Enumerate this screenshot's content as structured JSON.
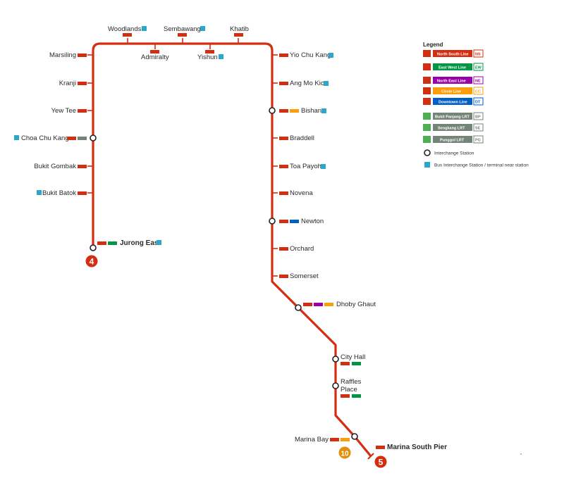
{
  "colors": {
    "ns": "#d42e12",
    "ew": "#009645",
    "ne": "#9900aa",
    "cc": "#fa9e0d",
    "dt": "#005ec4",
    "lrt": "#748477",
    "bus": "#2aa7c9"
  },
  "stations": {
    "woodlands": "Woodlands",
    "sembawang": "Sembawang",
    "khatib": "Khatib",
    "admiralty": "Admiralty",
    "yishun": "Yishun",
    "marsiling": "Marsiling",
    "kranji": "Kranji",
    "yew_tee": "Yew Tee",
    "choa_chu_kang": "Choa Chu Kang",
    "bukit_gombak": "Bukit Gombak",
    "bukit_batok": "Bukit Batok",
    "jurong_east": "Jurong East",
    "yio_chu_kang": "Yio Chu Kang",
    "ang_mo_kio": "Ang Mo Kio",
    "bishan": "Bishan",
    "braddell": "Braddell",
    "toa_payoh": "Toa Payoh",
    "novena": "Novena",
    "newton": "Newton",
    "orchard": "Orchard",
    "somerset": "Somerset",
    "dhoby_ghaut": "Dhoby Ghaut",
    "city_hall": "City Hall",
    "raffles_place_1": "Raffles",
    "raffles_place_2": "Place",
    "marina_bay": "Marina Bay",
    "marina_south_pier": "Marina South Pier"
  },
  "terminals": {
    "jurong_east_num": "4",
    "marina_south_pier_num": "5",
    "marina_bay_num": "10"
  },
  "legend": {
    "title": "Legend",
    "lines": [
      {
        "label": "North South Line",
        "code": "NS",
        "color": "#d42e12"
      },
      {
        "label": "East West Line",
        "code": "EW",
        "color": "#009645"
      },
      {
        "label": "North East Line",
        "code": "NE",
        "color": "#9900aa"
      },
      {
        "label": "Circle Line",
        "code": "CC",
        "color": "#fa9e0d"
      },
      {
        "label": "Downtown Line",
        "code": "DT",
        "color": "#005ec4"
      }
    ],
    "lrt": [
      {
        "label": "Bukit Panjang LRT",
        "code": "BP",
        "color": "#748477"
      },
      {
        "label": "Sengkang LRT",
        "code": "SE",
        "color": "#748477"
      },
      {
        "label": "Punggol LRT",
        "code": "PG",
        "color": "#748477"
      }
    ],
    "interchange_label": "Interchange Station",
    "bus_label": "Bus Interchange Station / terminal near station"
  }
}
